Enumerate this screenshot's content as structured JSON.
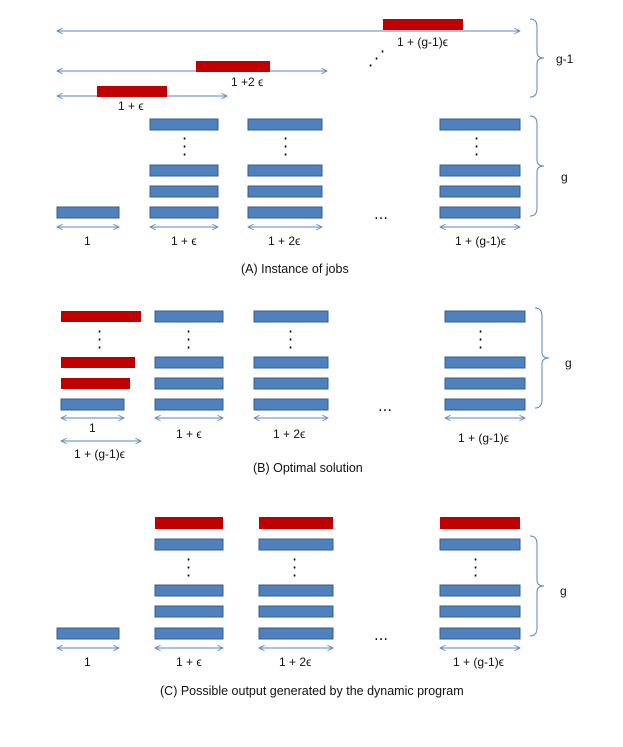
{
  "colors": {
    "blue_fill": "#4f81bd",
    "blue_stroke": "#385d8a",
    "red_fill": "#c00000",
    "arrow": "#5b86c4"
  },
  "panel_a": {
    "caption": "(A) Instance of jobs",
    "top_labels": [
      "1 + (g-1)ϵ",
      "1 +2 ϵ",
      "1 + ϵ"
    ],
    "top_brace_label": "g-1",
    "bottom_brace_label": "g",
    "column_labels": [
      "1",
      "1 + ϵ",
      "1 + 2ϵ",
      "1 + (g-1)ϵ"
    ],
    "ellipsis": "…"
  },
  "panel_b": {
    "caption": "(B) Optimal solution",
    "brace_label": "g",
    "first_column_labels": [
      "1",
      "1 + (g-1)ϵ"
    ],
    "column_labels": [
      "1 + ϵ",
      "1 + 2ϵ",
      "1 + (g-1)ϵ"
    ],
    "ellipsis": "…"
  },
  "panel_c": {
    "caption": "(C) Possible output generated by the dynamic program",
    "brace_label": "g",
    "column_labels": [
      "1",
      "1 + ϵ",
      "1 + 2ϵ",
      "1 + (g-1)ϵ"
    ],
    "ellipsis": "…"
  }
}
